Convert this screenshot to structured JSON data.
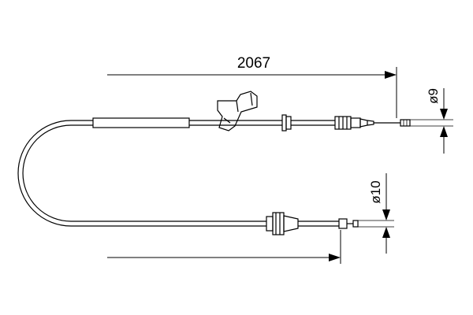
{
  "dimensions": {
    "overall_length": "2067",
    "top_end_diameter": "ø9",
    "bottom_end_diameter": "ø10"
  }
}
